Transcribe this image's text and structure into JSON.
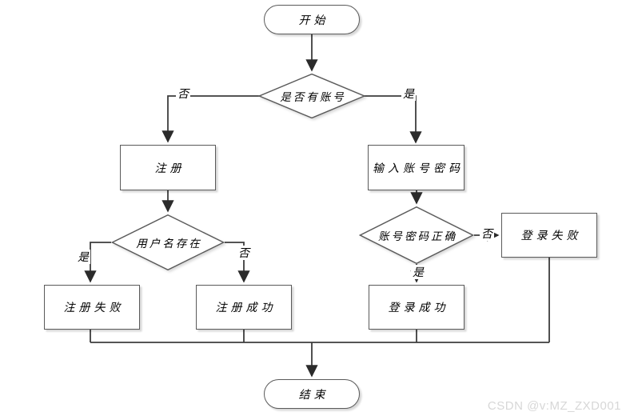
{
  "diagram": {
    "title": "login-register-flowchart",
    "nodes": {
      "start": {
        "label": "开始",
        "type": "terminator"
      },
      "has_account": {
        "label": "是否有账号",
        "type": "decision"
      },
      "register": {
        "label": "注册",
        "type": "process"
      },
      "enter_credentials": {
        "label": "输入账号密码",
        "type": "process"
      },
      "username_exists": {
        "label": "用户名存在",
        "type": "decision"
      },
      "password_correct": {
        "label": "账号密码正确",
        "type": "decision"
      },
      "register_fail": {
        "label": "注册失败",
        "type": "process"
      },
      "register_success": {
        "label": "注册成功",
        "type": "process"
      },
      "login_success": {
        "label": "登录成功",
        "type": "process"
      },
      "login_fail": {
        "label": "登录失败",
        "type": "process"
      },
      "end": {
        "label": "结束",
        "type": "terminator"
      }
    },
    "edges": [
      {
        "from": "start",
        "to": "has_account",
        "label": ""
      },
      {
        "from": "has_account",
        "to": "register",
        "label": "否"
      },
      {
        "from": "has_account",
        "to": "enter_credentials",
        "label": "是"
      },
      {
        "from": "register",
        "to": "username_exists",
        "label": ""
      },
      {
        "from": "enter_credentials",
        "to": "password_correct",
        "label": ""
      },
      {
        "from": "username_exists",
        "to": "register_fail",
        "label": "是"
      },
      {
        "from": "username_exists",
        "to": "register_success",
        "label": "否"
      },
      {
        "from": "password_correct",
        "to": "login_fail",
        "label": "否"
      },
      {
        "from": "password_correct",
        "to": "login_success",
        "label": "是"
      },
      {
        "from": "register_fail",
        "to": "end",
        "label": ""
      },
      {
        "from": "register_success",
        "to": "end",
        "label": ""
      },
      {
        "from": "login_success",
        "to": "end",
        "label": ""
      },
      {
        "from": "login_fail",
        "to": "end",
        "label": ""
      }
    ],
    "colors": {
      "shape_border": "#5a5a5a",
      "shape_fill": "#ffffff",
      "line": "#3d3d3d",
      "arrow": "#2b2b2b",
      "text": "#000000",
      "watermark": "#d7d7d7"
    }
  },
  "watermark": {
    "text": "CSDN @v:MZ_ZXD001"
  }
}
